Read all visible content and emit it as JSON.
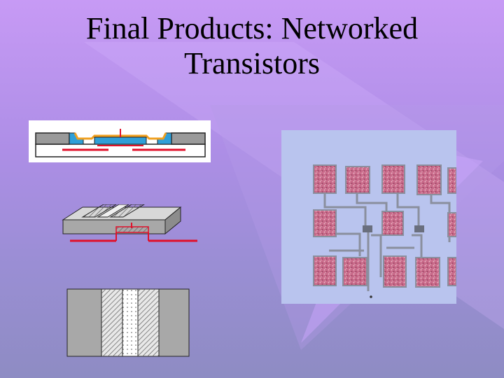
{
  "slide": {
    "title_line1": "Final Products: Networked",
    "title_line2": "Transistors"
  },
  "figures": {
    "cross_section": "transistor-cross-section-diagram",
    "isometric": "transistor-3d-isometric-diagram",
    "top_view": "transistor-top-view-diagram",
    "micrograph": "networked-transistors-micrograph"
  },
  "colors": {
    "background_top": "#c79af5",
    "background_bottom": "#8e8cc3",
    "contact_red": "#e0102a",
    "oxide_blue": "#2f9fd8",
    "gate_orange": "#f0a020",
    "pad_pink": "#c96a8a",
    "photo_bg": "#b9c4ee"
  }
}
